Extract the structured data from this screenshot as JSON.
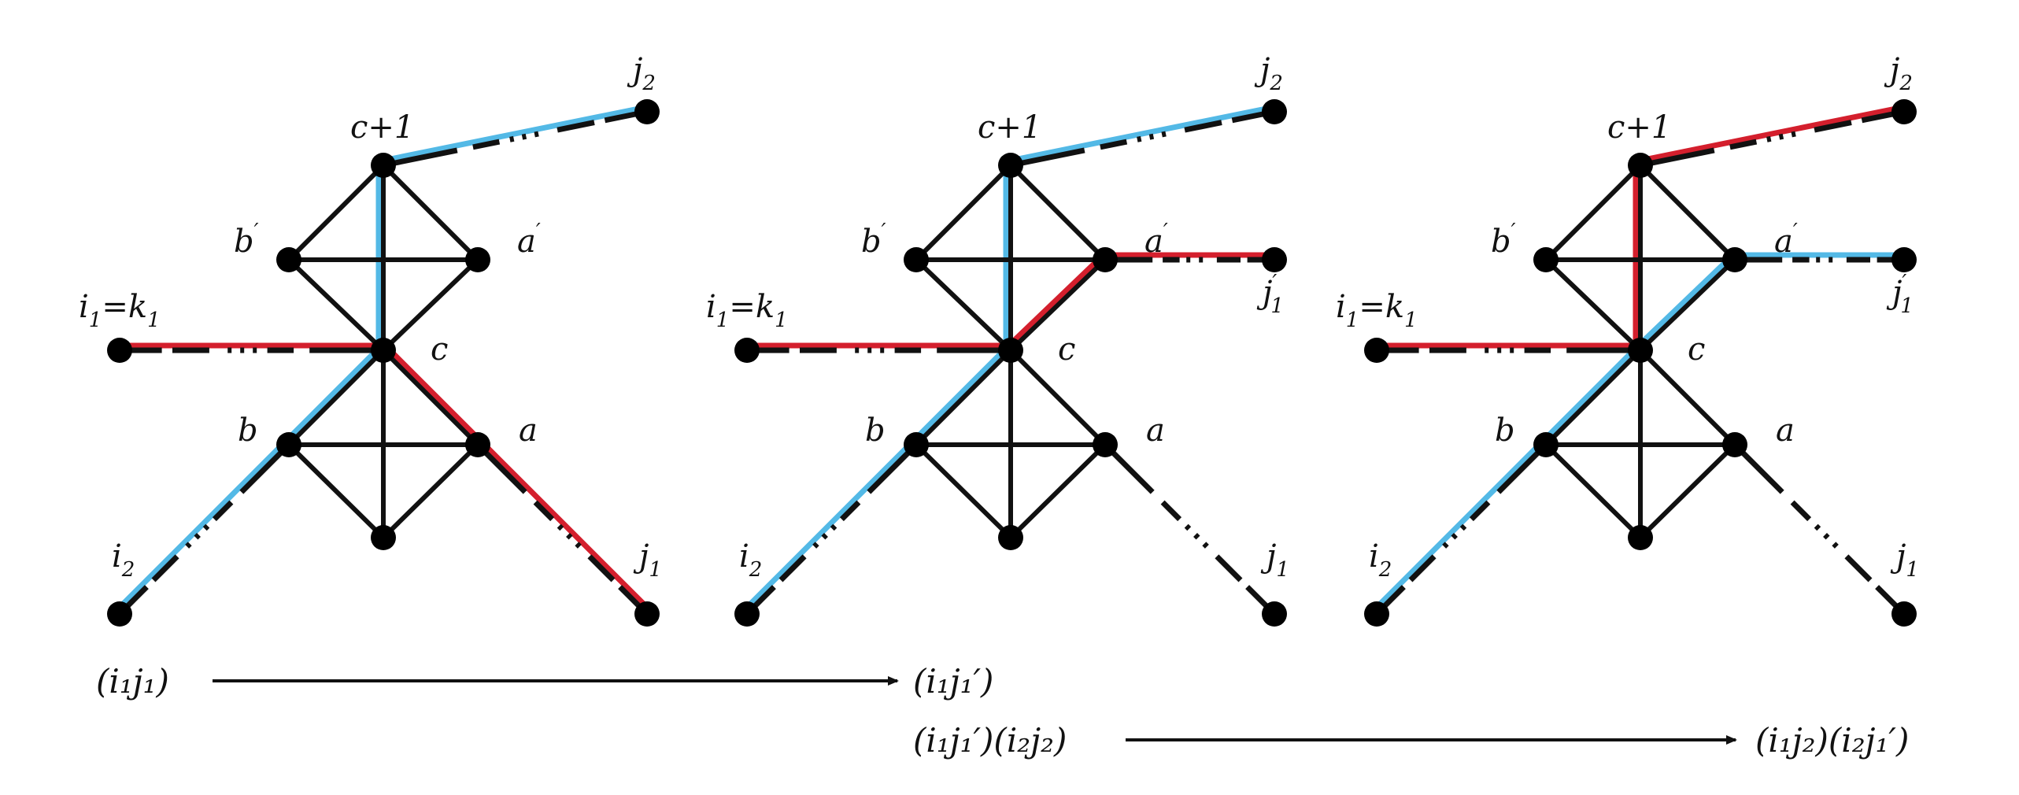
{
  "colors": {
    "edge": "#111111",
    "red_path": "#d41f2d",
    "blue_path": "#53b9e6",
    "node": "#000000"
  },
  "panels": [
    {
      "id": "panel-1",
      "red": [
        [
          "i1",
          "c"
        ],
        [
          "c",
          "a"
        ],
        [
          "a",
          "j1"
        ]
      ],
      "blue": [
        [
          "j2",
          "cp1"
        ],
        [
          "cp1",
          "c"
        ],
        [
          "c",
          "b"
        ],
        [
          "b",
          "i2"
        ]
      ],
      "labels": {
        "cp1": "c+1",
        "bp": "b",
        "ap": "a",
        "c": "c",
        "b": "b",
        "a": "a",
        "i1_left": "i",
        "i1_eq": "=k",
        "i2": "i",
        "j1": "j",
        "j2": "j"
      }
    },
    {
      "id": "panel-2",
      "red": [
        [
          "i1",
          "c"
        ],
        [
          "c",
          "ap"
        ],
        [
          "ap",
          "j1p"
        ]
      ],
      "blue": [
        [
          "j2",
          "cp1"
        ],
        [
          "cp1",
          "c"
        ],
        [
          "c",
          "b"
        ],
        [
          "b",
          "i2"
        ]
      ],
      "labels": {
        "cp1": "c+1",
        "bp": "b",
        "ap": "a",
        "c": "c",
        "b": "b",
        "a": "a",
        "i1_left": "i",
        "i1_eq": "=k",
        "i2": "i",
        "j1": "j",
        "j1p": "j",
        "j2": "j"
      }
    },
    {
      "id": "panel-3",
      "red": [
        [
          "i1",
          "c"
        ],
        [
          "c",
          "cp1"
        ],
        [
          "cp1",
          "j2"
        ]
      ],
      "blue": [
        [
          "j1p",
          "ap"
        ],
        [
          "ap",
          "c"
        ],
        [
          "c",
          "b"
        ],
        [
          "b",
          "i2"
        ]
      ],
      "labels": {
        "cp1": "c+1",
        "bp": "b",
        "ap": "a",
        "c": "c",
        "b": "b",
        "a": "a",
        "i1_left": "i",
        "i1_eq": "=k",
        "i2": "i",
        "j1": "j",
        "j1p": "j",
        "j2": "j"
      }
    }
  ],
  "sub_1": "1",
  "sub_2": "2",
  "prime": "′",
  "equations": {
    "eq1_left": "(i₁j₁)",
    "eq1_right": "(i₁j₁′)",
    "eq2_left": "(i₁j₁′)(i₂j₂)",
    "eq2_right": "(i₁j₂)(i₂j₁′)"
  }
}
